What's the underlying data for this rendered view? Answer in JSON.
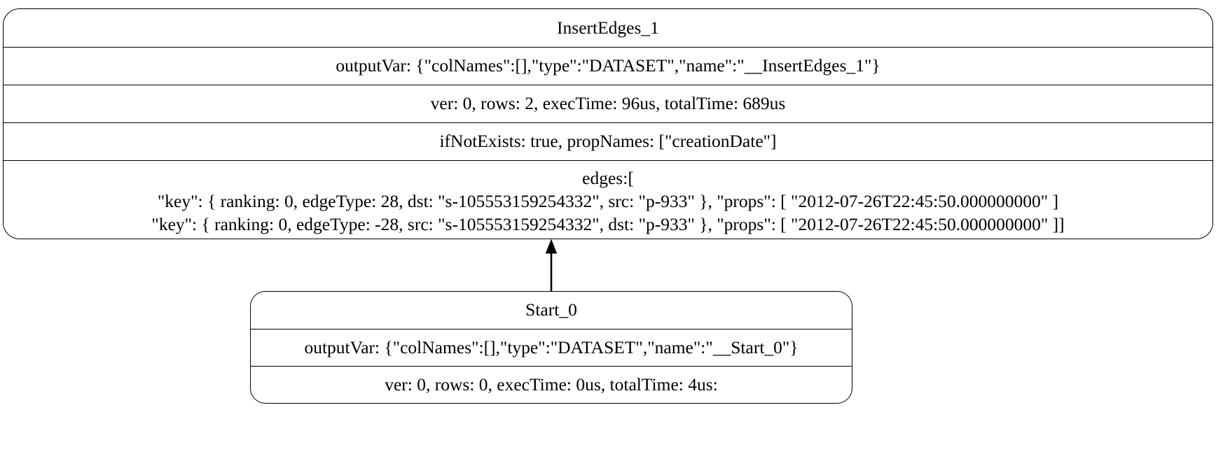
{
  "diagram": {
    "type": "execution-plan-graph",
    "background": "#ffffff",
    "stroke": "#000000"
  },
  "nodes": {
    "insert_edges": {
      "id": "InsertEdges_1",
      "title": "InsertEdges_1",
      "output_var": "outputVar: {\"colNames\":[],\"type\":\"DATASET\",\"name\":\"__InsertEdges_1\"}",
      "stats": "ver: 0, rows: 2, execTime: 96us, totalTime: 689us",
      "options": "ifNotExists: true, propNames: [\"creationDate\"]",
      "edges_label": "edges:[",
      "edges_rows": [
        "\"key\": { ranking: 0, edgeType: 28, dst: \"s-105553159254332\", src: \"p-933\" }, \"props\": [ \"2012-07-26T22:45:50.000000000\" ]",
        "\"key\": { ranking: 0, edgeType: -28, src: \"s-105553159254332\", dst: \"p-933\" }, \"props\": [ \"2012-07-26T22:45:50.000000000\" ]]"
      ]
    },
    "start": {
      "id": "Start_0",
      "title": "Start_0",
      "output_var": "outputVar: {\"colNames\":[],\"type\":\"DATASET\",\"name\":\"__Start_0\"}",
      "stats": "ver: 0, rows: 0, execTime: 0us, totalTime: 4us:"
    }
  },
  "edges": [
    {
      "name": "start-to-insert-edges",
      "from": "Start_0",
      "to": "InsertEdges_1",
      "arrow": "up"
    }
  ]
}
